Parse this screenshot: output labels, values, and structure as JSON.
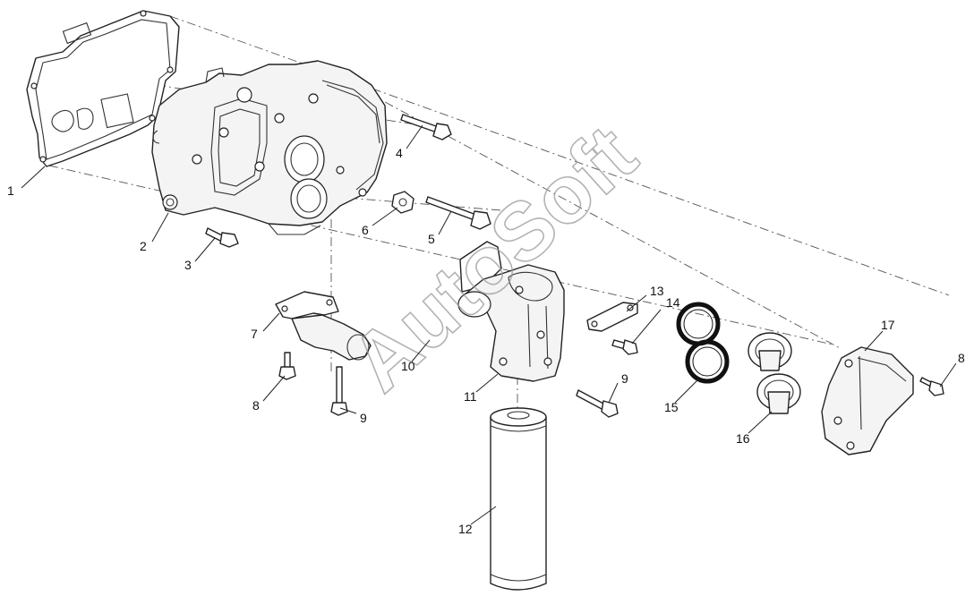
{
  "callouts": [
    {
      "id": "c1",
      "label": "1"
    },
    {
      "id": "c2",
      "label": "2"
    },
    {
      "id": "c3",
      "label": "3"
    },
    {
      "id": "c4",
      "label": "4"
    },
    {
      "id": "c5",
      "label": "5"
    },
    {
      "id": "c6",
      "label": "6"
    },
    {
      "id": "c7",
      "label": "7"
    },
    {
      "id": "c8a",
      "label": "8"
    },
    {
      "id": "c8b",
      "label": "8"
    },
    {
      "id": "c9a",
      "label": "9"
    },
    {
      "id": "c9b",
      "label": "9"
    },
    {
      "id": "c10",
      "label": "10"
    },
    {
      "id": "c11",
      "label": "11"
    },
    {
      "id": "c12",
      "label": "12"
    },
    {
      "id": "c13",
      "label": "13"
    },
    {
      "id": "c14",
      "label": "14"
    },
    {
      "id": "c15",
      "label": "15"
    },
    {
      "id": "c16",
      "label": "16"
    },
    {
      "id": "c17",
      "label": "17"
    }
  ],
  "watermark": {
    "text": "AutoSoft"
  }
}
